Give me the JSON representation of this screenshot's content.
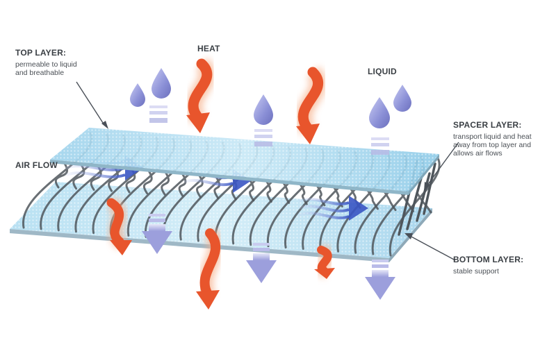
{
  "labels": {
    "top_layer": {
      "title": "TOP LAYER:",
      "desc": [
        "permeable to liquid",
        "and breathable"
      ]
    },
    "heat": "HEAT",
    "liquid": "LIQUID",
    "air_flow": "AIR FLOW",
    "spacer_layer": {
      "title": "SPACER LAYER:",
      "desc": [
        "transport liquid and heat",
        "away from top layer and",
        "allows air flows"
      ]
    },
    "bottom_layer": {
      "title": "BOTTOM LAYER:",
      "desc": [
        "stable support"
      ]
    }
  },
  "colors": {
    "heat_arrow": "#e8552c",
    "heat_glow": "#f6b08a",
    "droplet": "#8a8fd6",
    "down_arrow": "#a6a9e0",
    "top_mesh": "#a8d8ee",
    "bottom_mesh": "#bfe3f3",
    "spacer_fiber": "#4f565c",
    "air_flow_arrow": "#4a64c8",
    "leader_line": "#4a5058"
  }
}
